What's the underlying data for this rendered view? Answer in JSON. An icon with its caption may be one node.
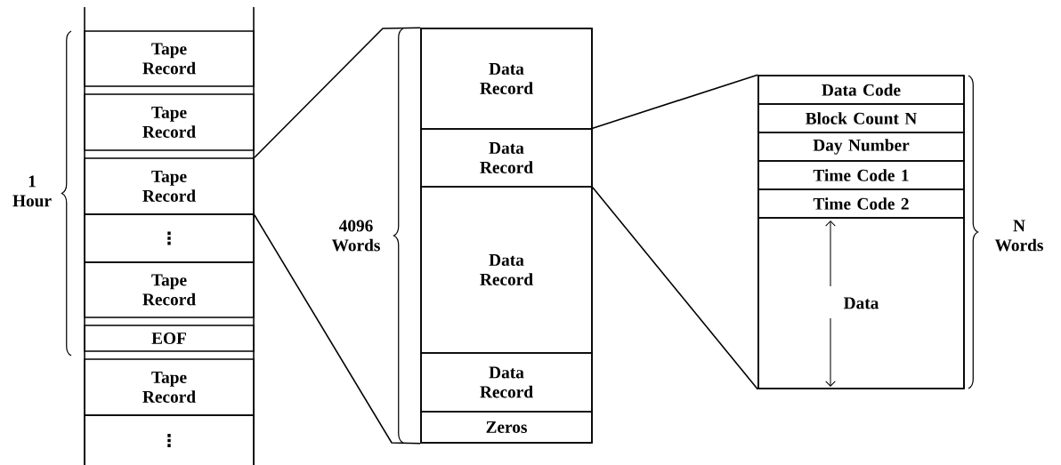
{
  "diagram": {
    "nodes": [
      {
        "text": [
          "Tape Record"
        ]
      },
      {
        "text": [
          "Tape Record"
        ]
      },
      {
        "text": [
          "Tape Record"
        ]
      },
      {
        "text": [
          "⋮"
        ]
      },
      {
        "text": [
          "Tape Record"
        ]
      },
      {
        "text": [
          "EOF"
        ]
      },
      {
        "text": [
          "Tape Record"
        ]
      },
      {
        "text": [
          "⋮"
        ]
      },
      {
        "text": [],
        "shape": "box"
      },
      {
        "text": [
          "Data Record"
        ],
        "in": 8
      },
      {
        "text": [
          "Data Record"
        ],
        "in": 8
      },
      {
        "text": [
          "Data Record"
        ],
        "in": 8
      },
      {
        "text": [
          "Data Record"
        ],
        "in": 8
      },
      {
        "text": [
          "Zeros"
        ],
        "in": 8
      },
      {
        "text": [],
        "shape": "box"
      },
      {
        "text": [
          "Data Code"
        ],
        "in": 14
      },
      {
        "text": [
          "Block Count N"
        ],
        "in": 14
      },
      {
        "text": [
          "Day Number"
        ],
        "in": 14
      },
      {
        "text": [
          "Time Code 1"
        ],
        "in": 14
      },
      {
        "text": [
          "Time Code 2"
        ],
        "in": 14
      },
      {
        "text": [
          "Data"
        ],
        "in": 14
      }
    ],
    "edges": [
      {
        "from": 2,
        "to": 8,
        "arrow": "none"
      },
      {
        "from": 2,
        "to": 8,
        "arrow": "none"
      },
      {
        "from": 10,
        "to": 14,
        "arrow": "none"
      },
      {
        "from": 10,
        "to": 14,
        "arrow": "none"
      }
    ],
    "labels": [
      "1 Hour",
      "4096 Words",
      "N Words"
    ]
  }
}
